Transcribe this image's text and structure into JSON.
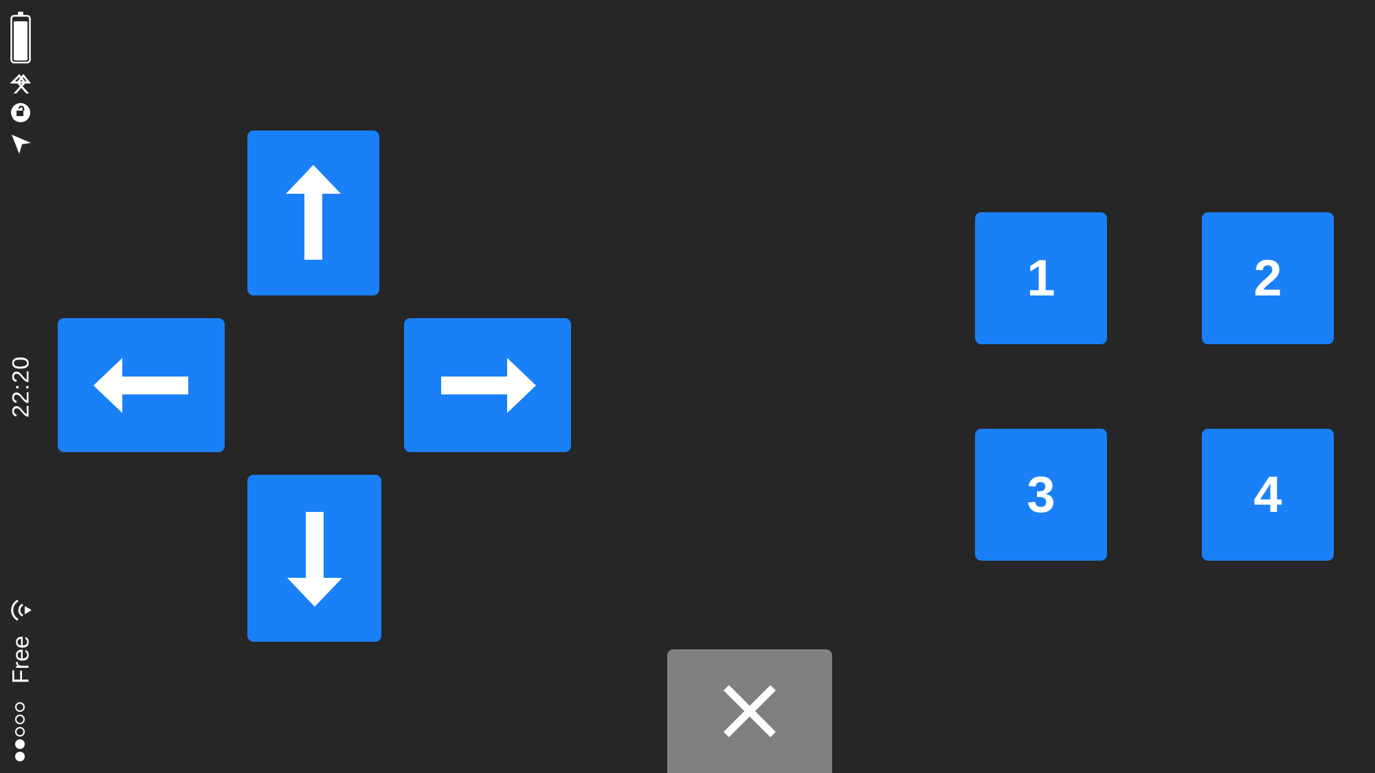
{
  "status_bar": {
    "time": "22:20",
    "carrier": "Free",
    "signal_bars_filled": 2,
    "signal_bars_total": 5,
    "icons": [
      "battery-icon",
      "bluetooth-icon",
      "rotation-lock-icon",
      "location-arrow-icon",
      "wifi-icon"
    ]
  },
  "dpad": {
    "up": "arrow-up-icon",
    "left": "arrow-left-icon",
    "right": "arrow-right-icon",
    "down": "arrow-down-icon"
  },
  "action_buttons": [
    {
      "label": "1"
    },
    {
      "label": "2"
    },
    {
      "label": "3"
    },
    {
      "label": "4"
    }
  ],
  "close_button": {
    "icon": "close-icon"
  },
  "colors": {
    "background": "#262626",
    "button_blue": "#1a80f8",
    "button_gray": "#808080",
    "foreground": "#ffffff"
  }
}
